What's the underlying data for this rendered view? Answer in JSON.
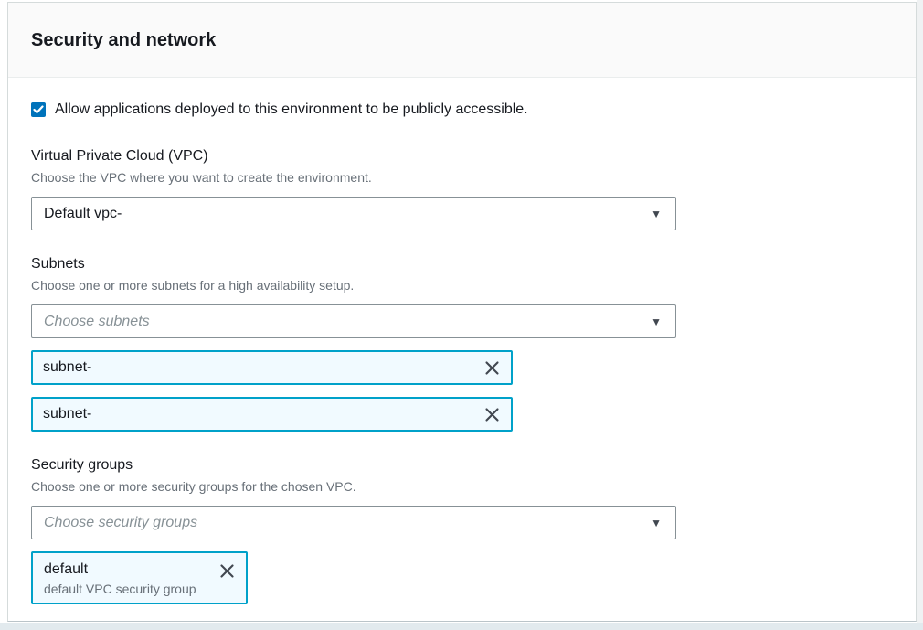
{
  "panel": {
    "title": "Security and network"
  },
  "checkbox": {
    "checked": true,
    "label": "Allow applications deployed to this environment to be publicly accessible."
  },
  "fields": {
    "vpc": {
      "label": "Virtual Private Cloud (VPC)",
      "description": "Choose the VPC where you want to create the environment.",
      "selected_value": "Default vpc-"
    },
    "subnets": {
      "label": "Subnets",
      "description": "Choose one or more subnets for a high availability setup.",
      "placeholder": "Choose subnets",
      "tokens": [
        {
          "label": "subnet-"
        },
        {
          "label": "subnet-"
        }
      ]
    },
    "security_groups": {
      "label": "Security groups",
      "description": "Choose one or more security groups for the chosen VPC.",
      "placeholder": "Choose security groups",
      "tokens": [
        {
          "label": "default",
          "description": "default VPC security group"
        }
      ]
    }
  },
  "icons": {
    "caret_down": "▼",
    "dismiss": "x-dismiss-icon",
    "check": "checkmark-icon"
  },
  "colors": {
    "accent_blue": "#0073bb",
    "token_border": "#00a1c9",
    "token_background": "#f1faff",
    "header_background": "#fafafa",
    "control_border": "#879196",
    "secondary_text": "#687078",
    "placeholder_text": "#879196"
  }
}
